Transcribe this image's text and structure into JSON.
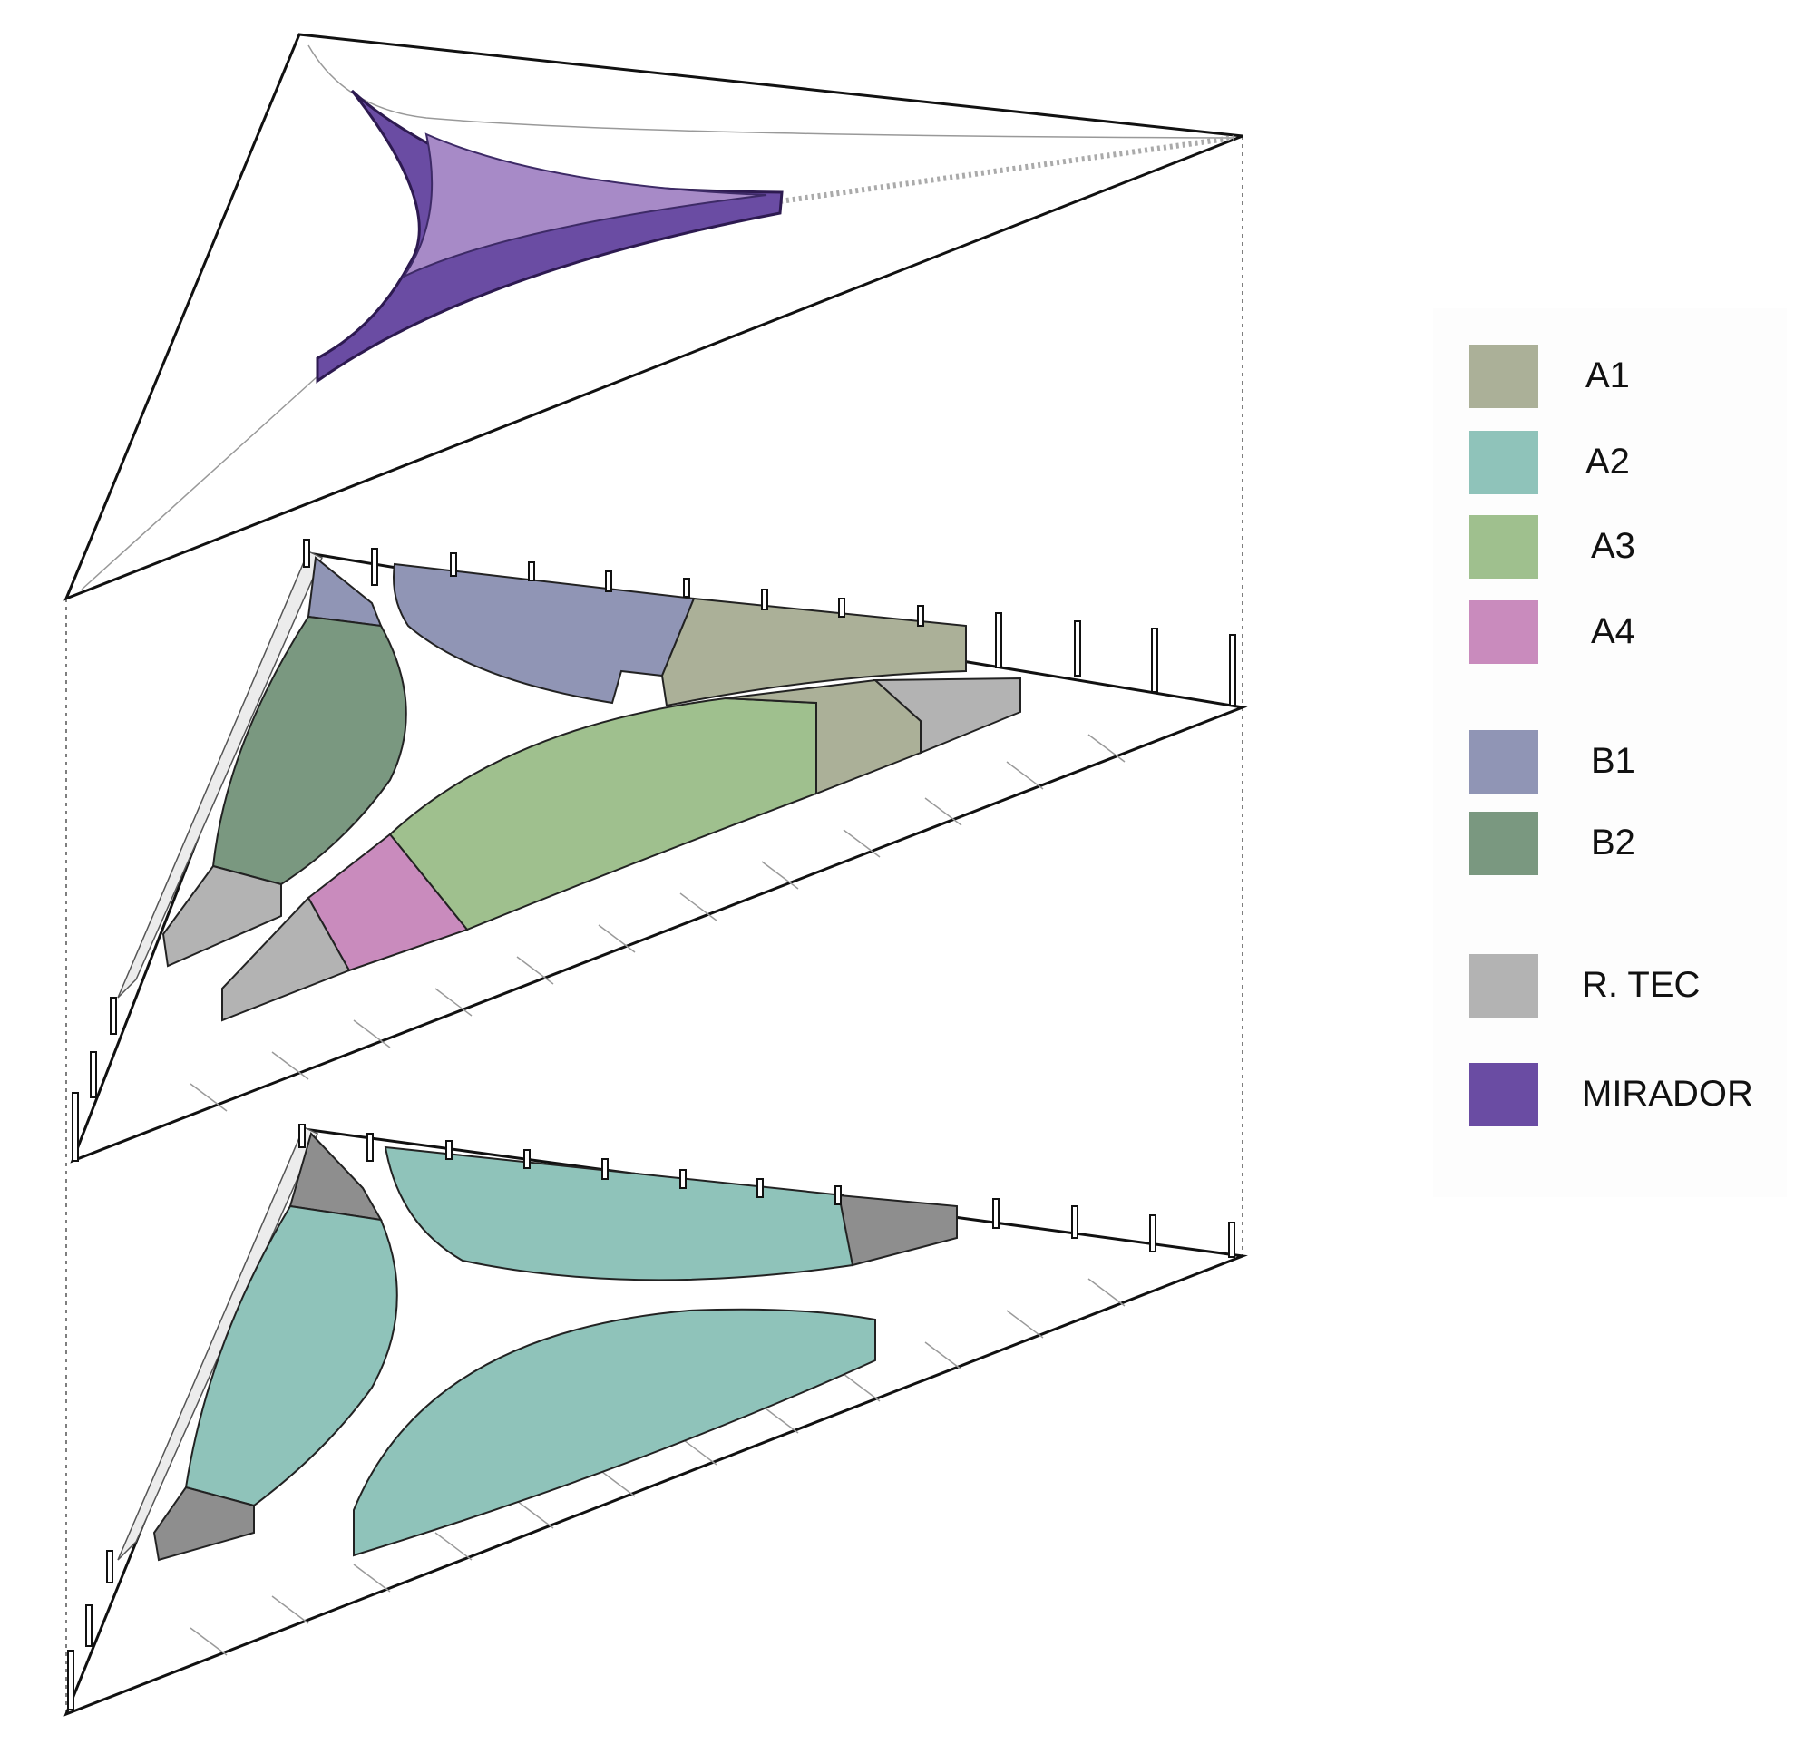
{
  "legend": {
    "items": [
      {
        "label": "A1",
        "color": "#abb098"
      },
      {
        "label": "A2",
        "color": "#8fc3ba"
      },
      {
        "label": "A3",
        "color": "#9fc08e"
      },
      {
        "label": "A4",
        "color": "#c98bbd"
      },
      {
        "label": "B1",
        "color": "#9095b5"
      },
      {
        "label": "B2",
        "color": "#7a9880"
      },
      {
        "label": "R. TEC",
        "color": "#b3b3b3"
      },
      {
        "label": "MIRADOR",
        "color": "#6a4ca3"
      }
    ]
  },
  "colors": {
    "outline": "#111111",
    "mirador_light": "#a78ac7",
    "shadow_gray": "#d4d4d4",
    "dark_gray": "#8e8e8e"
  }
}
